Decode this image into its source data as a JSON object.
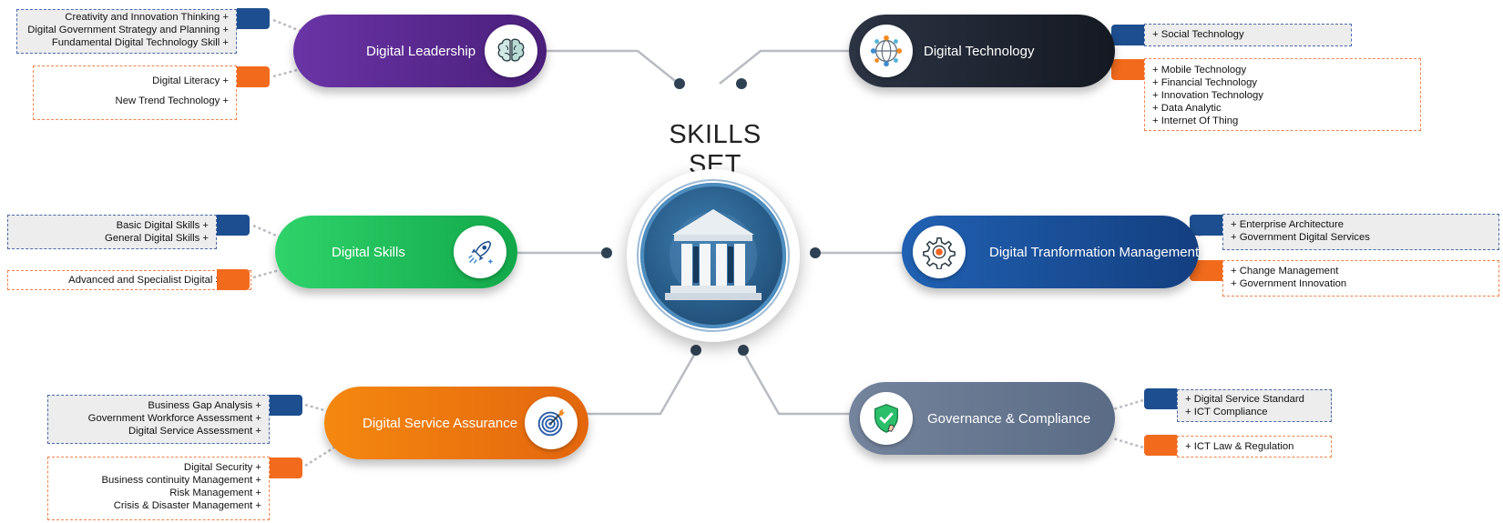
{
  "title": "SKILLS SET",
  "hub": {
    "icon": "government-building-icon"
  },
  "colors": {
    "tab_blue": "#1d4e8f",
    "tab_orange": "#f26b1d",
    "leadership": "#5b2a8c",
    "technology": "#1f2430",
    "skills": "#1fc35a",
    "transformation": "#1b4f9c",
    "assurance": "#f07a12",
    "governance": "#667894"
  },
  "categories": {
    "leadership": {
      "label": "Digital Leadership",
      "icon": "brain-icon",
      "blue_items": [
        "Creativity and Innovation Thinking +",
        "Digital Government Strategy and Planning +",
        "Fundamental Digital Technology Skill +"
      ],
      "orange_items": [
        "Digital Literacy +",
        "New Trend Technology +"
      ]
    },
    "technology": {
      "label": "Digital Technology",
      "icon": "network-globe-icon",
      "blue_items": [
        "+ Social Technology"
      ],
      "orange_items": [
        "+ Mobile Technology",
        "+ Financial Technology",
        "+ Innovation Technology",
        "+ Data Analytic",
        "+ Internet Of Thing"
      ]
    },
    "skills": {
      "label": "Digital Skills",
      "icon": "rocket-icon",
      "blue_items": [
        "Basic Digital Skills +",
        "General Digital Skills +"
      ],
      "orange_items": [
        "Advanced and Specialist Digital Skill +"
      ]
    },
    "transformation": {
      "label": "Digital Tranformation Management",
      "icon": "gear-icon",
      "blue_items": [
        "+ Enterprise  Architecture",
        "+ Government Digital Services"
      ],
      "orange_items": [
        "+ Change Management",
        "+ Government Innovation"
      ]
    },
    "assurance": {
      "label": "Digital Service Assurance",
      "icon": "target-icon",
      "blue_items": [
        "Business Gap Analysis +",
        "Government Workforce Assessment +",
        "Digital Service Assessment +"
      ],
      "orange_items": [
        "Digital Security +",
        "Business continuity Management +",
        "Risk Management +",
        "Crisis & Disaster Management +"
      ]
    },
    "governance": {
      "label": "Governance & Compliance",
      "icon": "shield-check-icon",
      "blue_items": [
        "+ Digital Service Standard",
        "+ ICT Compliance"
      ],
      "orange_items": [
        "+ ICT Law & Regulation"
      ]
    }
  }
}
